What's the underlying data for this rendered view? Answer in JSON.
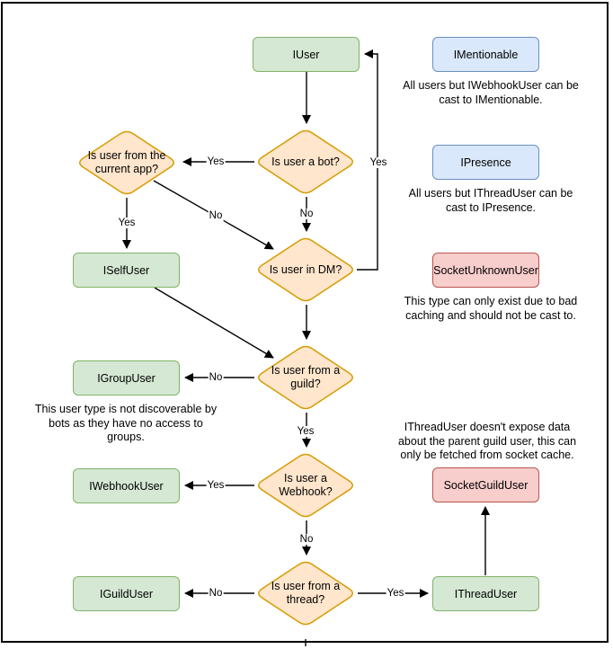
{
  "colors": {
    "interface_green_fill": "#d5e8d4",
    "interface_green_border": "#82b366",
    "mixin_blue_fill": "#dae8fc",
    "mixin_blue_border": "#6c8ebf",
    "socket_red_fill": "#f8cecc",
    "socket_red_border": "#b85450",
    "decision_orange_fill": "#ffe6cc",
    "decision_orange_border": "#d79b00",
    "arrow_color": "#000000"
  },
  "nodes": {
    "iuser": "IUser",
    "imentionable": "IMentionable",
    "ipresence": "IPresence",
    "socket_unknown_user": "SocketUnknownUser",
    "iself_user": "ISelfUser",
    "igroup_user": "IGroupUser",
    "iwebhook_user": "IWebhookUser",
    "iguild_user": "IGuildUser",
    "ithread_user": "IThreadUser",
    "socket_guild_user": "SocketGuildUser"
  },
  "decisions": {
    "is_bot": "Is user a bot?",
    "from_current_app": "Is user from the\ncurrent app?",
    "in_dm": "Is user in DM?",
    "from_guild": "Is user from a\nguild?",
    "is_webhook": "Is user a\nWebhook?",
    "from_thread": "Is user from a\nthread?"
  },
  "edge_labels": {
    "bot_to_current_app": "Yes",
    "bot_to_dm": "No",
    "current_app_to_iselfuser": "Yes",
    "current_app_to_dm": "No",
    "dm_to_iuser": "Yes",
    "guild_to_igroupuser": "No",
    "guild_to_webhook": "Yes",
    "webhook_to_iwebhookuser": "Yes",
    "webhook_to_thread": "No",
    "thread_to_iguilduser": "No",
    "thread_to_ithreaduser": "Yes"
  },
  "annotations": {
    "imentionable_note": "All users but IWebhookUser can be\ncast to IMentionable.",
    "ipresence_note": "All users but IThreadUser can be\ncast to IPresence.",
    "socket_unknown_note": "This type can only exist due to bad\ncaching and should not be cast to.",
    "igroup_note": "This user type is not discoverable by\nbots as they have no access to\ngroups.",
    "ithread_note": "IThreadUser doesn't expose data\nabout the parent guild user, this can\nonly be fetched from socket cache."
  }
}
